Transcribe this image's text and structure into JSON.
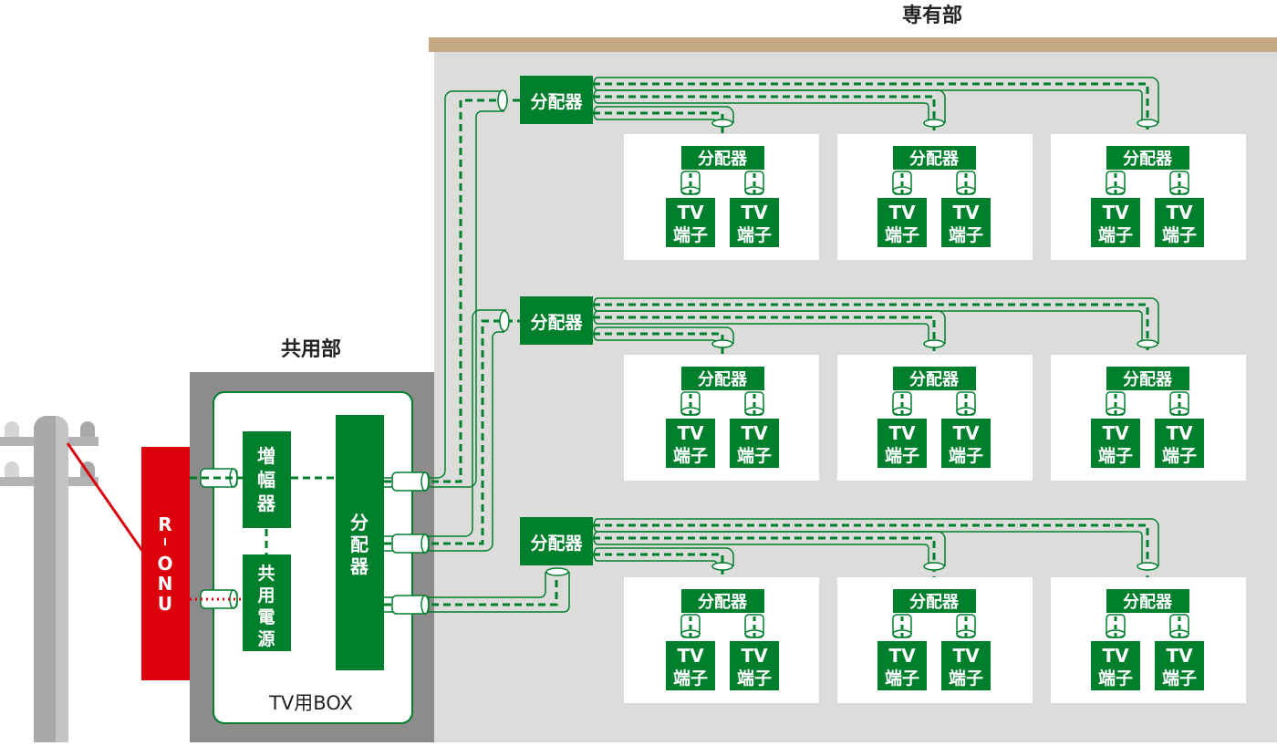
{
  "labels": {
    "private_area": "専有部",
    "common_area": "共用部",
    "tv_box": "TV用BOX",
    "onu": "R-ONU",
    "amplifier": "増幅器",
    "power_supply": "共用電源",
    "splitter": "分配器",
    "tv_outlet_line1": "TV",
    "tv_outlet_line2": "端子"
  },
  "colors": {
    "green": "#007f2d",
    "red": "#dc000c",
    "ceiling": "#c4a882",
    "building": "#dcdcdb",
    "common_wall": "#8c8c8c",
    "pole_dark": "#a9a9a9",
    "pole_light": "#c4c4c4",
    "room": "#ffffff"
  },
  "floors": [
    {
      "id": "floor-1",
      "rooms": 3,
      "outlets_per_room": 2
    },
    {
      "id": "floor-2",
      "rooms": 3,
      "outlets_per_room": 2
    },
    {
      "id": "floor-3",
      "rooms": 3,
      "outlets_per_room": 2
    }
  ]
}
